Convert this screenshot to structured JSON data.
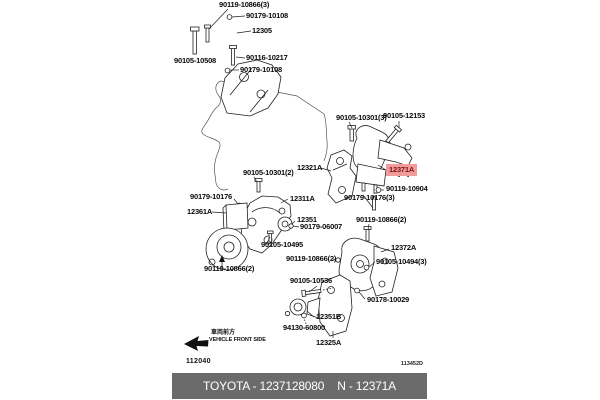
{
  "figure": {
    "figure_code": "112040",
    "corner_code": "113452D",
    "front_jp": "車両前方",
    "front_en": "VEHICLE FRONT SIDE"
  },
  "highlight": {
    "text": "12371A"
  },
  "labels": [
    {
      "text": "90119-10866(3)"
    },
    {
      "text": "90179-10108"
    },
    {
      "text": "12305"
    },
    {
      "text": "90105-10508"
    },
    {
      "text": "90116-10217"
    },
    {
      "text": "90179-10108"
    },
    {
      "text": "90105-10301(3)"
    },
    {
      "text": "90105-12153"
    },
    {
      "text": "12321A"
    },
    {
      "text": "90119-10904"
    },
    {
      "text": "90179-10176(3)"
    },
    {
      "text": "90105-10301(2)"
    },
    {
      "text": "90179-10176"
    },
    {
      "text": "12361A"
    },
    {
      "text": "12311A"
    },
    {
      "text": "12351"
    },
    {
      "text": "90179-06007"
    },
    {
      "text": "90105-10495"
    },
    {
      "text": "90119-10866(2)"
    },
    {
      "text": "90119-10866(2)"
    },
    {
      "text": "90119-10866(2)"
    },
    {
      "text": "12372A"
    },
    {
      "text": "90105-10494(3)"
    },
    {
      "text": "90105-10536"
    },
    {
      "text": "90178-10029"
    },
    {
      "text": "12351B"
    },
    {
      "text": "94130-60800"
    },
    {
      "text": "12325A"
    }
  ],
  "footer": {
    "left": "TOYOTA - 1237128080",
    "right": "N - 12371A"
  },
  "colors": {
    "highlight_bg": "#f29b9b",
    "highlight_fg": "#7c1315",
    "footer_bg": "#6b6b6b",
    "footer_fg": "#ffffff",
    "line": "#222222"
  }
}
